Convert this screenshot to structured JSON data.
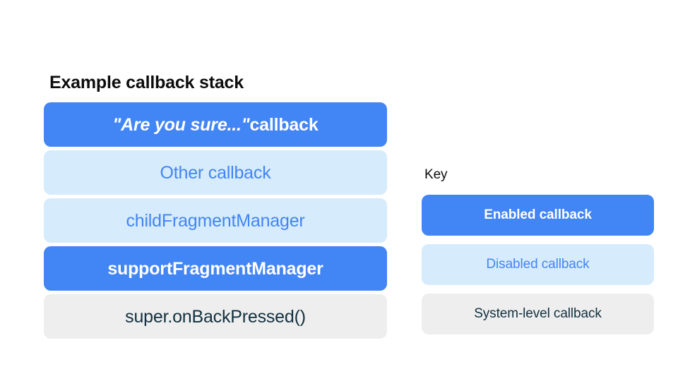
{
  "background_color": "#ffffff",
  "palette": {
    "enabled_fill": "#4285f4",
    "enabled_text": "#ffffff",
    "disabled_fill": "#d6ebfc",
    "disabled_text": "#4285f4",
    "system_fill": "#eeeeee",
    "system_text": "#12303f",
    "heading_text": "#0d0d0d"
  },
  "stack_panel": {
    "title": "Example callback stack",
    "rows": [
      {
        "label": "\"Are you sure...\" callback",
        "quoted_part": "\"Are you sure...\"",
        "plain_part": " callback",
        "state": "enabled",
        "state_label": "Enabled callback"
      },
      {
        "label": "Other callback",
        "state": "disabled",
        "state_label": "Disabled callback"
      },
      {
        "label": "childFragmentManager",
        "state": "disabled",
        "state_label": "Disabled callback"
      },
      {
        "label": "supportFragmentManager",
        "state": "enabled",
        "state_label": "Enabled callback"
      },
      {
        "label": "super.onBackPressed()",
        "state": "system",
        "state_label": "System-level callback"
      }
    ]
  },
  "key_panel": {
    "title": "Key",
    "items": [
      {
        "label": "Enabled callback",
        "state": "enabled"
      },
      {
        "label": "Disabled callback",
        "state": "disabled"
      },
      {
        "label": "System-level callback",
        "state": "system"
      }
    ]
  }
}
